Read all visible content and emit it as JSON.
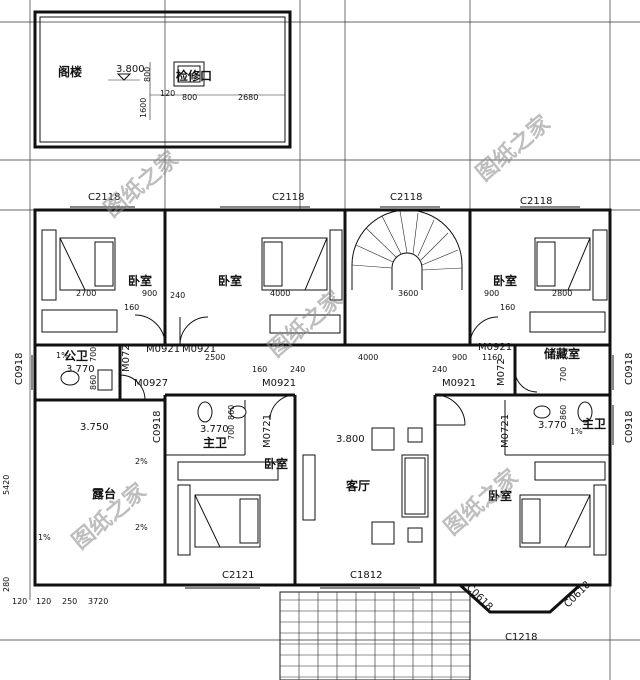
{
  "rooms": {
    "attic": "阁楼",
    "access_hatch": "检修口",
    "bedroom": "卧室",
    "living_room": "客厅",
    "terrace": "露台",
    "public_bath": "公卫",
    "master_bath": "主卫",
    "storage": "储藏室"
  },
  "window_codes": {
    "c2118": "C2118",
    "c2121": "C2121",
    "c1812": "C1812",
    "c1218": "C1218",
    "c0918": "C0918",
    "c0618": "C0618"
  },
  "door_codes": {
    "m0921": "M0921",
    "m0927": "M0927",
    "m0721": "M0721",
    "m072": "M072"
  },
  "elevations": {
    "e3800": "3.800",
    "e3770": "3.770",
    "e3750": "3.750"
  },
  "dimensions": {
    "d2700": "2700",
    "d2800": "2800",
    "d4000": "4000",
    "d3600": "3600",
    "d3720": "3720",
    "d5420": "5420",
    "d2680": "2680",
    "d2500": "2500",
    "d1600": "1600",
    "d1160": "1160",
    "d900": "900",
    "d800": "800",
    "d700": "700",
    "d860": "860",
    "d240": "240",
    "d160": "160",
    "d120": "120",
    "d280": "280",
    "d250": "250",
    "d1_percent": "1%",
    "d2_percent": "2%"
  },
  "watermark": "图纸之家"
}
